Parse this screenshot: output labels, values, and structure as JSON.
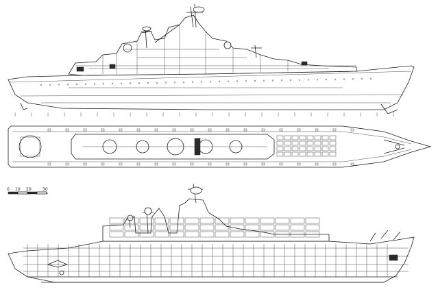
{
  "drawing": {
    "ink_color": "#1a1a1a",
    "paper_color": "#ffffff",
    "views": [
      {
        "name": "side-profile"
      },
      {
        "name": "top-deck-plan"
      },
      {
        "name": "inboard-section"
      }
    ]
  },
  "scale_bar": {
    "labels": [
      "0",
      "10",
      "20",
      "30"
    ]
  }
}
